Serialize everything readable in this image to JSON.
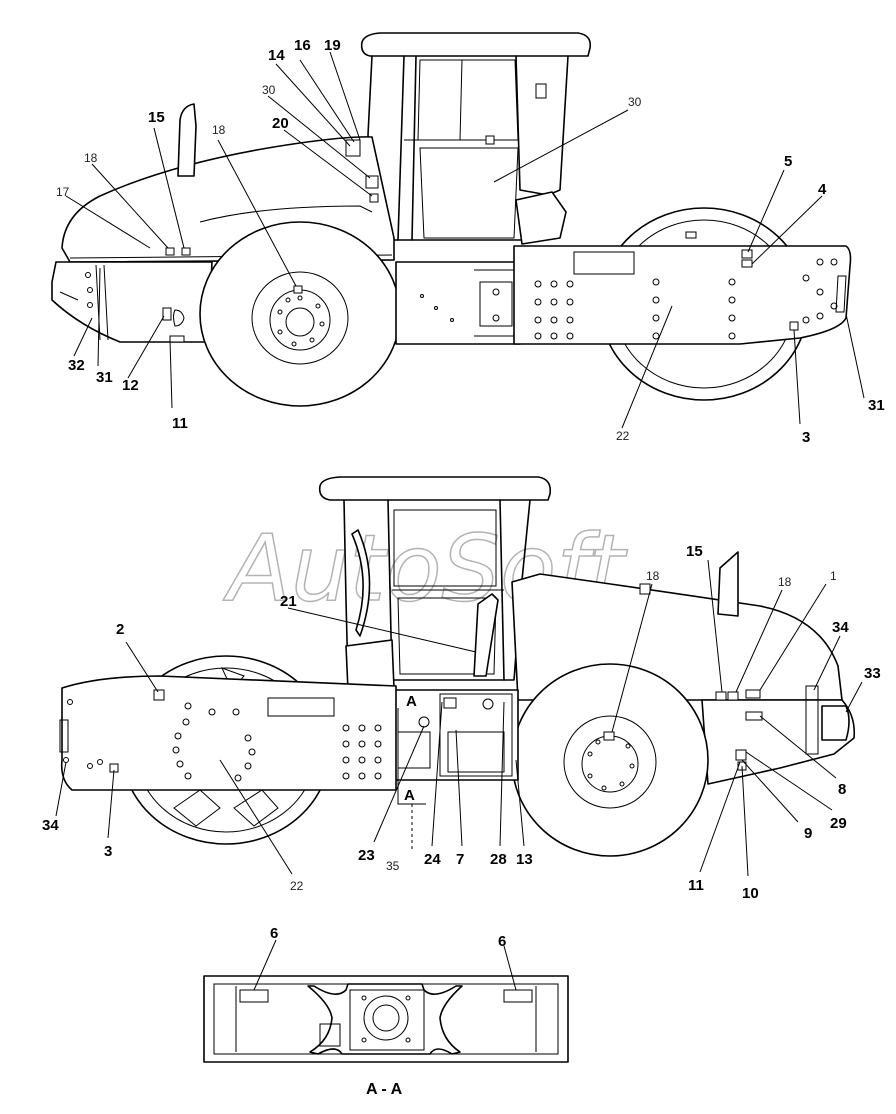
{
  "watermark": "AutoSoft",
  "section_title": "A - A",
  "section_marker": "A",
  "callouts_top": [
    {
      "id": "t19",
      "text": "19",
      "bold": true
    },
    {
      "id": "t16",
      "text": "16",
      "bold": true
    },
    {
      "id": "t14",
      "text": "14",
      "bold": true
    },
    {
      "id": "t30a",
      "text": "30",
      "bold": false
    },
    {
      "id": "t30b",
      "text": "30",
      "bold": false
    },
    {
      "id": "t20",
      "text": "20",
      "bold": true
    },
    {
      "id": "t15",
      "text": "15",
      "bold": true
    },
    {
      "id": "t18a",
      "text": "18",
      "bold": false
    },
    {
      "id": "t18b",
      "text": "18",
      "bold": false
    },
    {
      "id": "t17",
      "text": "17",
      "bold": false
    },
    {
      "id": "t5",
      "text": "5",
      "bold": true
    },
    {
      "id": "t4",
      "text": "4",
      "bold": true
    },
    {
      "id": "t32",
      "text": "32",
      "bold": true
    },
    {
      "id": "t31a",
      "text": "31",
      "bold": true
    },
    {
      "id": "t12",
      "text": "12",
      "bold": true
    },
    {
      "id": "t11",
      "text": "11",
      "bold": true
    },
    {
      "id": "t22",
      "text": "22",
      "bold": false
    },
    {
      "id": "t3",
      "text": "3",
      "bold": true
    },
    {
      "id": "t31b",
      "text": "31",
      "bold": true
    }
  ],
  "callouts_bottom": [
    {
      "id": "b15",
      "text": "15",
      "bold": true
    },
    {
      "id": "b18a",
      "text": "18",
      "bold": false
    },
    {
      "id": "b18b",
      "text": "18",
      "bold": false
    },
    {
      "id": "b1",
      "text": "1",
      "bold": false
    },
    {
      "id": "b21",
      "text": "21",
      "bold": true
    },
    {
      "id": "b2",
      "text": "2",
      "bold": true
    },
    {
      "id": "b34a",
      "text": "34",
      "bold": true
    },
    {
      "id": "b33",
      "text": "33",
      "bold": true
    },
    {
      "id": "bA",
      "text": "A",
      "bold": true
    },
    {
      "id": "b8",
      "text": "8",
      "bold": true
    },
    {
      "id": "b29",
      "text": "29",
      "bold": true
    },
    {
      "id": "b9",
      "text": "9",
      "bold": true
    },
    {
      "id": "b34b",
      "text": "34",
      "bold": true
    },
    {
      "id": "b3",
      "text": "3",
      "bold": true
    },
    {
      "id": "b23",
      "text": "23",
      "bold": true
    },
    {
      "id": "b35",
      "text": "35",
      "bold": false
    },
    {
      "id": "b24",
      "text": "24",
      "bold": true
    },
    {
      "id": "b7",
      "text": "7",
      "bold": true
    },
    {
      "id": "b28",
      "text": "28",
      "bold": true
    },
    {
      "id": "b13",
      "text": "13",
      "bold": true
    },
    {
      "id": "b11",
      "text": "11",
      "bold": true
    },
    {
      "id": "b10",
      "text": "10",
      "bold": true
    },
    {
      "id": "b22",
      "text": "22",
      "bold": false
    }
  ],
  "callouts_section": [
    {
      "id": "s6a",
      "text": "6",
      "bold": true
    },
    {
      "id": "s6b",
      "text": "6",
      "bold": true
    }
  ]
}
